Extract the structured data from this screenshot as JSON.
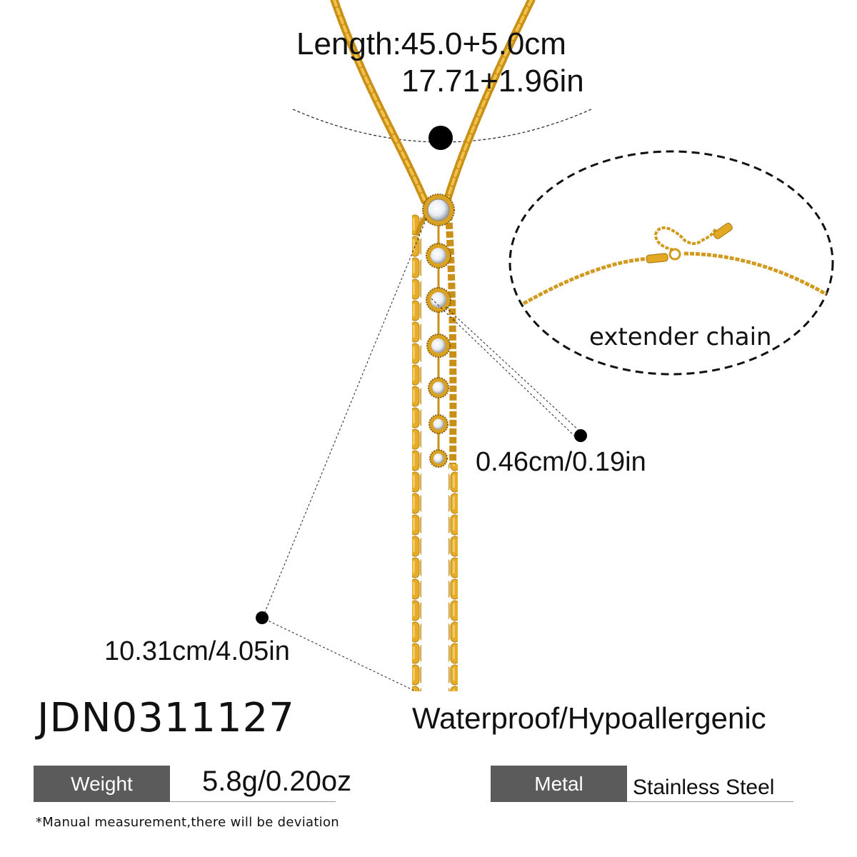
{
  "measurements": {
    "length_cm": "Length:45.0+5.0cm",
    "length_in": "17.71+1.96in",
    "stone_size": "0.46cm/0.19in",
    "tassel_length": "10.31cm/4.05in",
    "extender_label": "extender chain"
  },
  "product": {
    "sku": "JDN0311127",
    "features": "Waterproof/Hypoallergenic"
  },
  "specs": {
    "weight_label": "Weight",
    "weight_value": "5.8g/0.20oz",
    "metal_label": "Metal",
    "metal_value": "Stainless Steel"
  },
  "footnote": "*Manual measurement,there will be deviation",
  "colors": {
    "gold": "#e0a823",
    "gold_dark": "#b5800f",
    "label_bg": "#5b5b5b",
    "marker": "#000000"
  }
}
